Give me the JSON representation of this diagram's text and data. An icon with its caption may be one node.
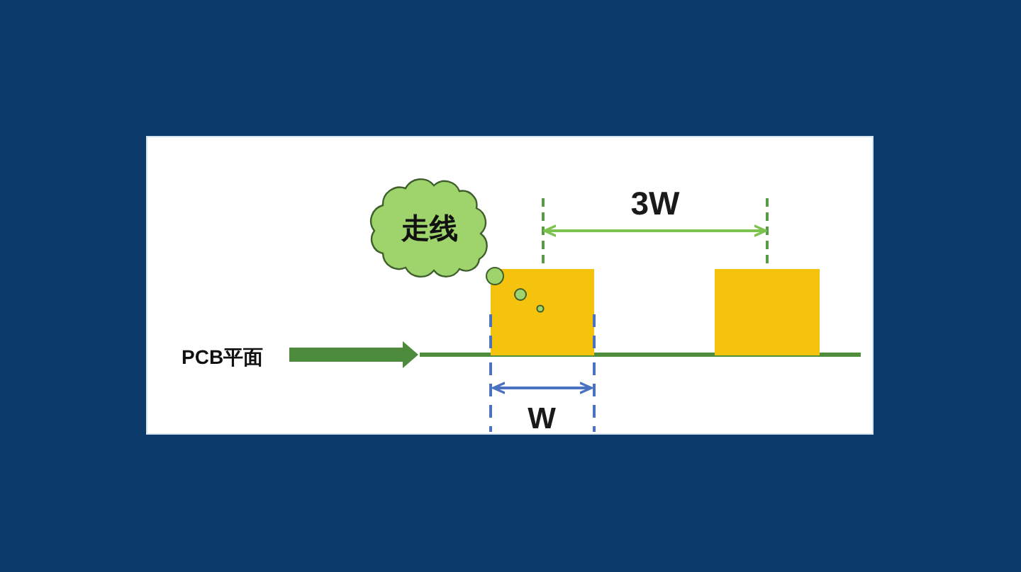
{
  "diagram": {
    "nodes": [
      {
        "text": [
          "走线"
        ]
      },
      {
        "text": [
          "PCB平面"
        ]
      },
      {
        "text": [],
        "shape": "bar"
      },
      {
        "text": [],
        "shape": "box"
      },
      {
        "text": [],
        "shape": "box"
      }
    ],
    "edges": [
      {
        "from": 1,
        "to": 2,
        "arrow": "to",
        "color": "#4b8b3b"
      }
    ],
    "labels": [
      "3W",
      "W"
    ]
  }
}
